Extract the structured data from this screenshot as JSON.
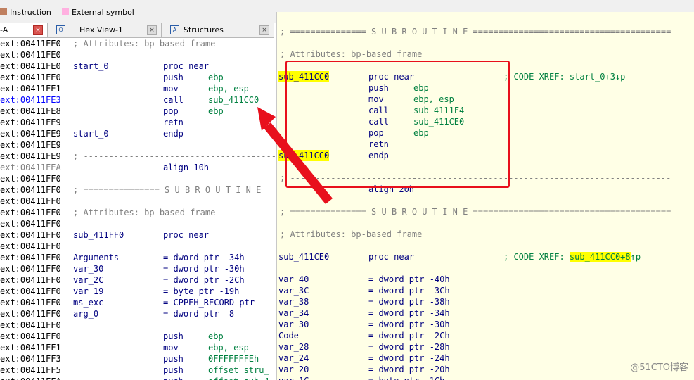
{
  "legend": [
    {
      "label": "Instruction",
      "color": "#c08060"
    },
    {
      "label": "External symbol",
      "color": "#ffb0e0"
    }
  ],
  "tabs": [
    {
      "label": "-A",
      "active": true
    },
    {
      "label": "Hex View-1",
      "active": false,
      "icon": "hex-view-icon"
    },
    {
      "label": "Structures",
      "active": false,
      "icon": "structures-icon"
    }
  ],
  "left_lines": [
    {
      "addr": "ext:00411FE0",
      "style": "black",
      "comment": "; Attributes: bp-based frame"
    },
    {
      "addr": "ext:00411FE0"
    },
    {
      "addr": "ext:00411FE0",
      "label": "start_0",
      "mnem": "proc near"
    },
    {
      "addr": "ext:00411FE0",
      "mnem": "push",
      "op": "ebp"
    },
    {
      "addr": "ext:00411FE1",
      "mnem": "mov",
      "op": "ebp, esp"
    },
    {
      "addr": "ext:00411FE3",
      "style": "blue",
      "mnem": "call",
      "op": "sub_411CC0"
    },
    {
      "addr": "ext:00411FE8",
      "mnem": "pop",
      "op": "ebp"
    },
    {
      "addr": "ext:00411FE9",
      "mnem": "retn"
    },
    {
      "addr": "ext:00411FE9",
      "label": "start_0",
      "mnem": "endp"
    },
    {
      "addr": "ext:00411FE9"
    },
    {
      "addr": "ext:00411FE9",
      "comment": "; -----------------------------------------------"
    },
    {
      "addr": "ext:00411FEA",
      "style": "grey",
      "mnem": "align 10h"
    },
    {
      "addr": "ext:00411FF0"
    },
    {
      "addr": "ext:00411FF0",
      "comment": "; =============== S U B R O U T I N E"
    },
    {
      "addr": "ext:00411FF0"
    },
    {
      "addr": "ext:00411FF0",
      "comment": "; Attributes: bp-based frame"
    },
    {
      "addr": "ext:00411FF0"
    },
    {
      "addr": "ext:00411FF0",
      "label": "sub_411FF0",
      "mnem": "proc near"
    },
    {
      "addr": "ext:00411FF0"
    },
    {
      "addr": "ext:00411FF0",
      "label": "Arguments",
      "mnem": "= dword ptr -34h"
    },
    {
      "addr": "ext:00411FF0",
      "label": "var_30",
      "mnem": "= dword ptr -30h"
    },
    {
      "addr": "ext:00411FF0",
      "label": "var_2C",
      "mnem": "= dword ptr -2Ch"
    },
    {
      "addr": "ext:00411FF0",
      "label": "var_19",
      "mnem": "= byte ptr -19h"
    },
    {
      "addr": "ext:00411FF0",
      "label": "ms_exc",
      "mnem": "= CPPEH_RECORD ptr -"
    },
    {
      "addr": "ext:00411FF0",
      "label": "arg_0",
      "mnem": "= dword ptr  8"
    },
    {
      "addr": "ext:00411FF0"
    },
    {
      "addr": "ext:00411FF0",
      "mnem": "push",
      "op": "ebp"
    },
    {
      "addr": "ext:00411FF1",
      "mnem": "mov",
      "op": "ebp, esp"
    },
    {
      "addr": "ext:00411FF3",
      "mnem": "push",
      "op": "0FFFFFFFEh"
    },
    {
      "addr": "ext:00411FF5",
      "mnem": "push",
      "op": "offset stru_"
    },
    {
      "addr": "ext:00411FFA",
      "mnem": "push",
      "op": "offset sub_4"
    }
  ],
  "right_lines": [
    {
      "comment": "; =============== S U B R O U T I N E ======================================="
    },
    {},
    {
      "comment": "; Attributes: bp-based frame"
    },
    {},
    {
      "label": "sub_411CC0",
      "hl": true,
      "mnem": "proc near",
      "xref_prefix": "; CODE XREF: ",
      "xref": "start_0+3",
      "xref_suffix": "↓p"
    },
    {
      "mnem": "push",
      "op": "ebp"
    },
    {
      "mnem": "mov",
      "op": "ebp, esp"
    },
    {
      "mnem": "call",
      "op": "sub_4111F4"
    },
    {
      "mnem": "call",
      "op": "sub_411CE0"
    },
    {
      "mnem": "pop",
      "op": "ebp"
    },
    {
      "mnem": "retn"
    },
    {
      "label": "sub_411CC0",
      "hl": true,
      "mnem": "endp"
    },
    {},
    {
      "comment": "; ---------------------------------------------------------------------------"
    },
    {
      "mnem": "align 20h"
    },
    {},
    {
      "comment": "; =============== S U B R O U T I N E ======================================="
    },
    {},
    {
      "comment": "; Attributes: bp-based frame"
    },
    {},
    {
      "label": "sub_411CE0",
      "mnem": "proc near",
      "xref_prefix": "; CODE XREF: ",
      "xref": "sub_411CC0+8",
      "xref_hl": true,
      "xref_suffix": "↑p"
    },
    {},
    {
      "label": "var_40",
      "mnem": "= dword ptr -40h"
    },
    {
      "label": "var_3C",
      "mnem": "= dword ptr -3Ch"
    },
    {
      "label": "var_38",
      "mnem": "= dword ptr -38h"
    },
    {
      "label": "var_34",
      "mnem": "= dword ptr -34h"
    },
    {
      "label": "var_30",
      "mnem": "= dword ptr -30h"
    },
    {
      "label": "Code",
      "mnem": "= dword ptr -2Ch"
    },
    {
      "label": "var_28",
      "mnem": "= dword ptr -28h"
    },
    {
      "label": "var_24",
      "mnem": "= dword ptr -24h"
    },
    {
      "label": "var_20",
      "mnem": "= dword ptr -20h"
    },
    {
      "label": "var_1C",
      "mnem": "= byte ptr -1Ch"
    }
  ],
  "watermark": "@51CTO博客"
}
